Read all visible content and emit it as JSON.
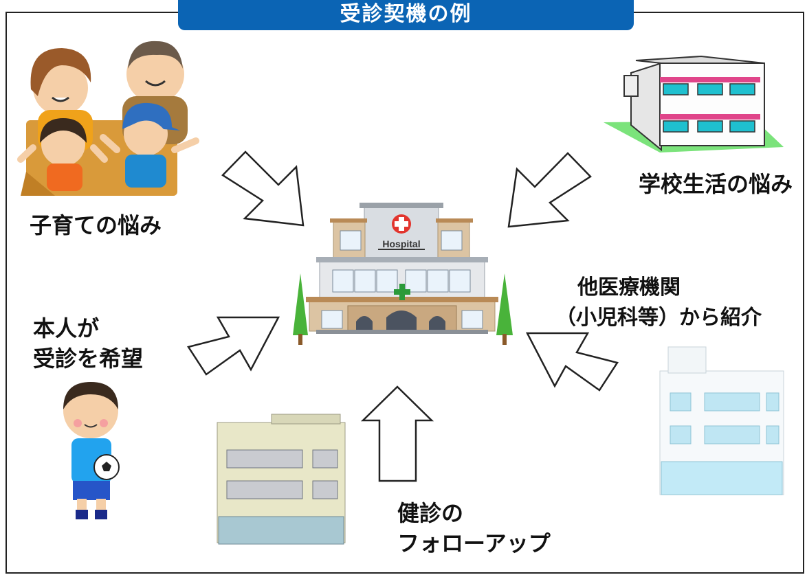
{
  "title": "受診契機の例",
  "center": {
    "sign_text": "Hospital"
  },
  "sources": [
    {
      "id": "parenting",
      "lines": [
        "子育ての悩み"
      ]
    },
    {
      "id": "school",
      "lines": [
        "学校生活の悩み"
      ]
    },
    {
      "id": "self",
      "lines": [
        "本人が",
        "受診を希望"
      ]
    },
    {
      "id": "referral",
      "lines": [
        "他医療機関",
        "（小児科等）から紹介"
      ]
    },
    {
      "id": "checkup",
      "lines": [
        "健診の",
        "フォローアップ"
      ]
    }
  ],
  "colors": {
    "title_bg": "#0b64b4",
    "title_text": "#ffffff",
    "frame": "#222222"
  }
}
